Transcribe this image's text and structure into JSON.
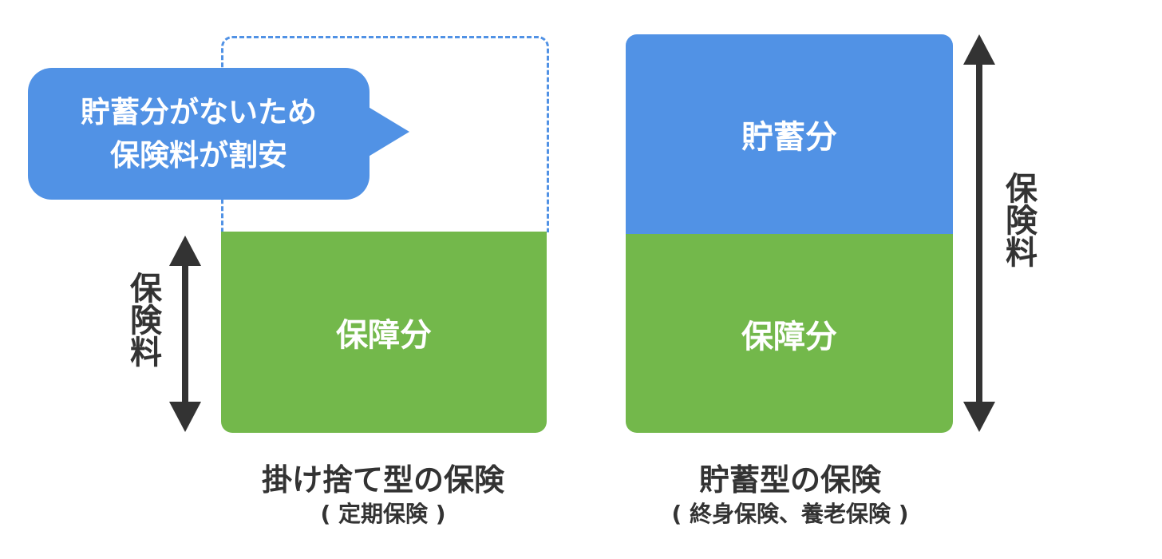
{
  "left": {
    "bubble_line1": "貯蓄分がないため",
    "bubble_line2": "保険料が割安",
    "coverage_label": "保障分",
    "premium_label": "保険料",
    "title": "掛け捨て型の保険",
    "subtitle": "( 定期保険 )"
  },
  "right": {
    "savings_label": "貯蓄分",
    "coverage_label": "保障分",
    "premium_label": "保険料",
    "title": "貯蓄型の保険",
    "subtitle": "( 終身保険、養老保険 )"
  },
  "colors": {
    "savings": "#5192e5",
    "coverage": "#73b84b",
    "text": "#333333"
  }
}
